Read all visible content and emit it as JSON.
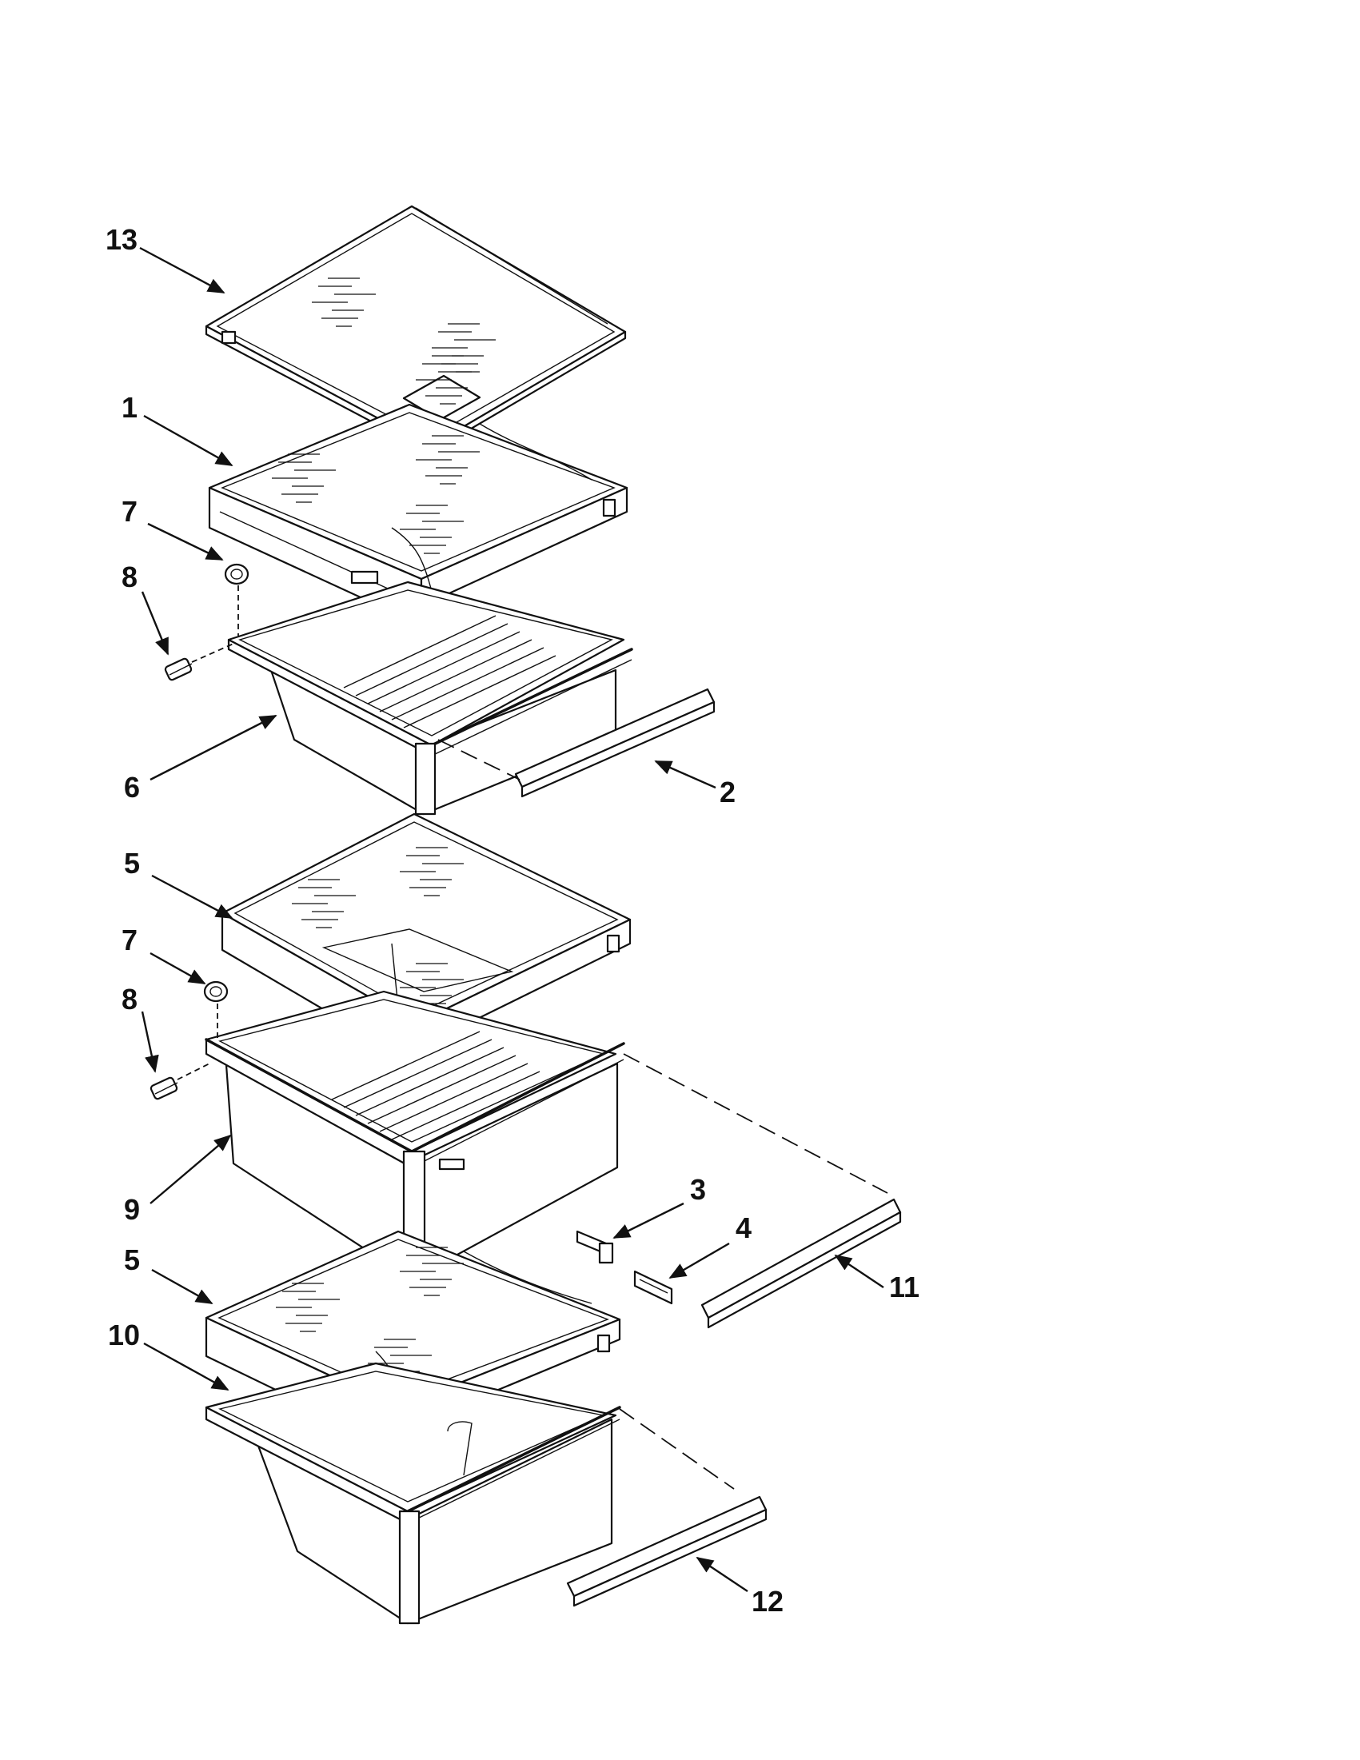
{
  "diagram": {
    "callouts": [
      {
        "id": "13",
        "label": "13"
      },
      {
        "id": "1",
        "label": "1"
      },
      {
        "id": "7a",
        "label": "7"
      },
      {
        "id": "8a",
        "label": "8"
      },
      {
        "id": "6",
        "label": "6"
      },
      {
        "id": "2",
        "label": "2"
      },
      {
        "id": "5a",
        "label": "5"
      },
      {
        "id": "7b",
        "label": "7"
      },
      {
        "id": "8b",
        "label": "8"
      },
      {
        "id": "9",
        "label": "9"
      },
      {
        "id": "3",
        "label": "3"
      },
      {
        "id": "4",
        "label": "4"
      },
      {
        "id": "11",
        "label": "11"
      },
      {
        "id": "5b",
        "label": "5"
      },
      {
        "id": "10",
        "label": "10"
      },
      {
        "id": "12",
        "label": "12"
      }
    ],
    "colors": {
      "ink": "#111111",
      "background": "#ffffff"
    }
  }
}
